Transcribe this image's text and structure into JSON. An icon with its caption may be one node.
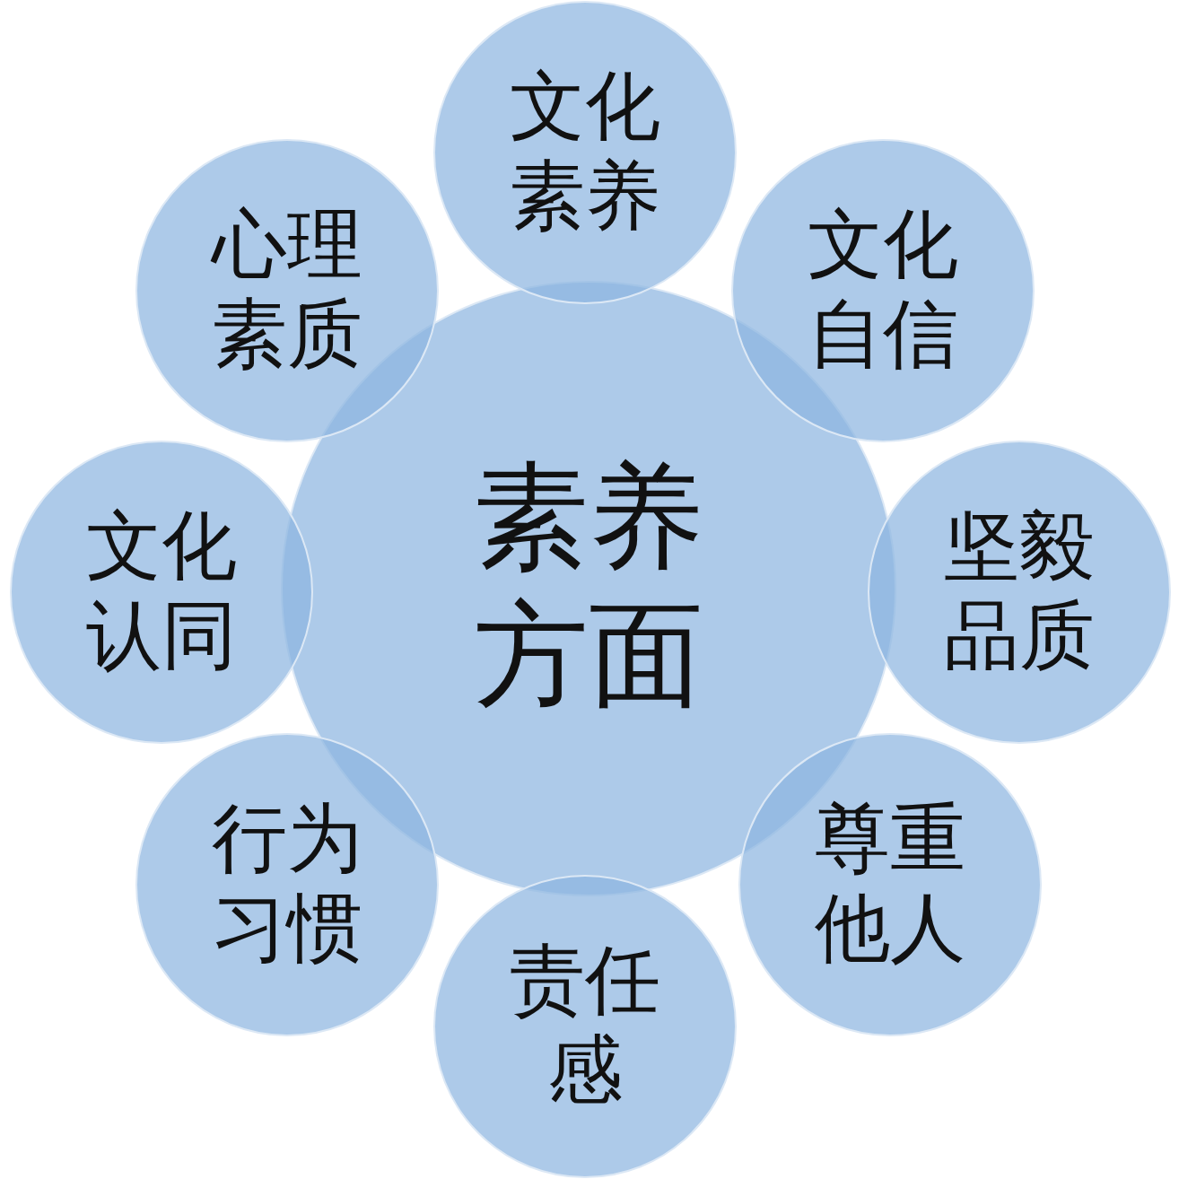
{
  "diagram": {
    "nodes": [
      {
        "text": [
          "素养方面"
        ]
      },
      {
        "text": [
          "文化素养"
        ]
      },
      {
        "text": [
          "心理素质"
        ]
      },
      {
        "text": [
          "文化自信"
        ]
      },
      {
        "text": [
          "文化认同"
        ]
      },
      {
        "text": [
          "坚毅品质"
        ]
      },
      {
        "text": [
          "行为习惯"
        ]
      },
      {
        "text": [
          "尊重他人"
        ]
      },
      {
        "text": [
          "责任感"
        ]
      }
    ]
  }
}
